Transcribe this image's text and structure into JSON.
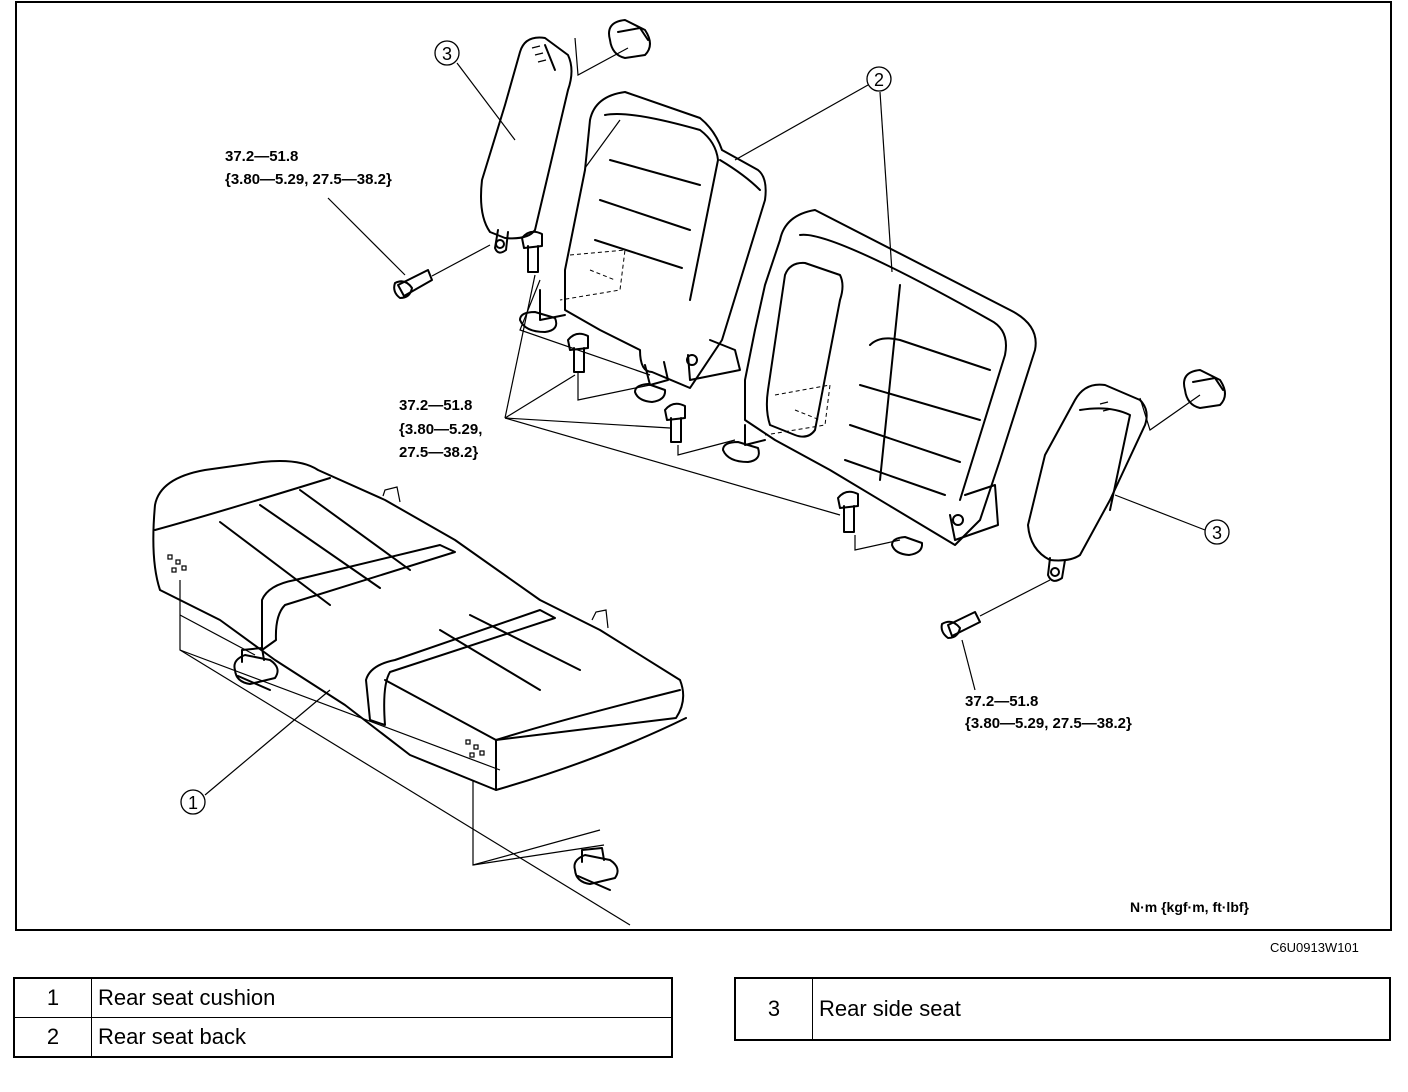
{
  "diagram": {
    "callouts": [
      {
        "id": "1",
        "label": "1"
      },
      {
        "id": "2",
        "label": "2"
      },
      {
        "id": "3",
        "label": "3"
      }
    ],
    "torque_specs": [
      {
        "line1": "37.2—51.8",
        "line2": "{3.80—5.29, 27.5—38.2}"
      },
      {
        "line1": "37.2—51.8",
        "line2": "{3.80—5.29,",
        "line3": "27.5—38.2}"
      },
      {
        "line1": "37.2—51.8",
        "line2": "{3.80—5.29, 27.5—38.2}"
      }
    ],
    "units": "N·m {kgf·m, ft·lbf}",
    "figure_code": "C6U0913W101"
  },
  "legend": {
    "left": [
      {
        "num": "1",
        "text": "Rear seat cushion"
      },
      {
        "num": "2",
        "text": "Rear seat back"
      }
    ],
    "right": [
      {
        "num": "3",
        "text": "Rear side seat"
      }
    ]
  }
}
